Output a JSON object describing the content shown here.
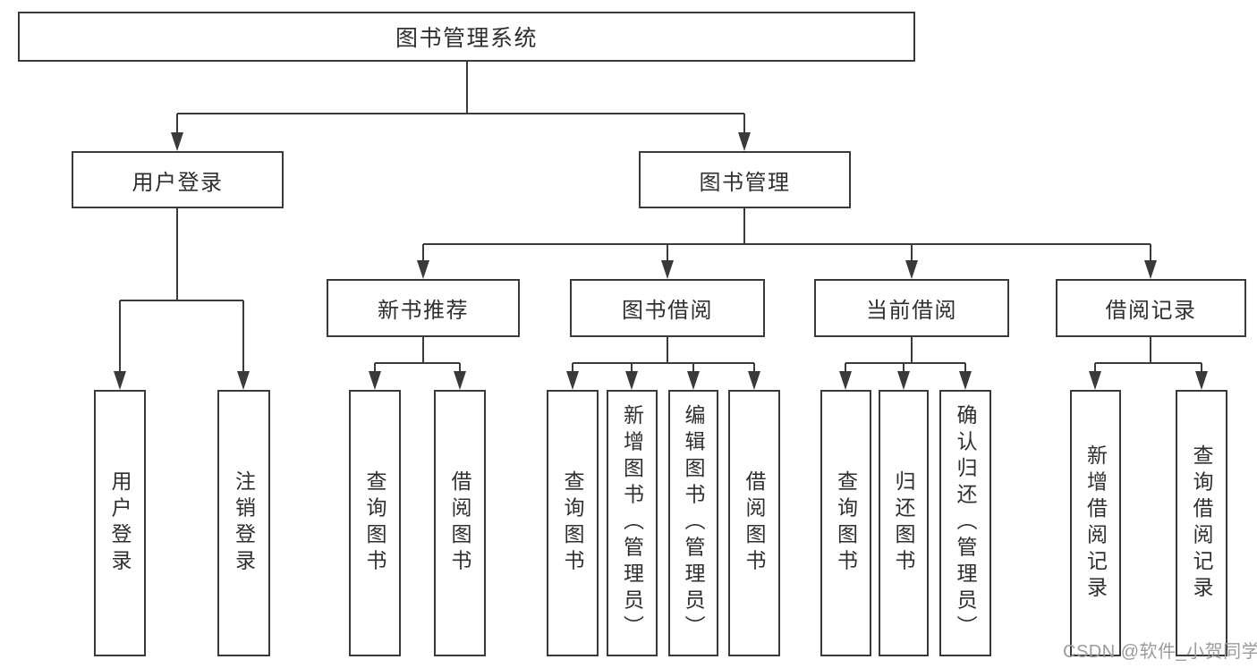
{
  "diagram": {
    "root": {
      "label": "图书管理系统"
    },
    "branches": [
      {
        "label": "用户登录",
        "children": [
          {
            "label": "用户登录"
          },
          {
            "label": "注销登录"
          }
        ]
      },
      {
        "label": "图书管理",
        "children": [
          {
            "label": "新书推荐",
            "children": [
              {
                "label": "查询图书"
              },
              {
                "label": "借阅图书"
              }
            ]
          },
          {
            "label": "图书借阅",
            "children": [
              {
                "label": "查询图书"
              },
              {
                "label": "新增图书（管理员）"
              },
              {
                "label": "编辑图书（管理员）"
              },
              {
                "label": "借阅图书"
              }
            ]
          },
          {
            "label": "当前借阅",
            "children": [
              {
                "label": "查询图书"
              },
              {
                "label": "归还图书"
              },
              {
                "label": "确认归还（管理员）"
              }
            ]
          },
          {
            "label": "借阅记录",
            "children": [
              {
                "label": "新增借阅记录"
              },
              {
                "label": "查询借阅记录"
              }
            ]
          }
        ]
      }
    ]
  },
  "watermark": {
    "text": "CSDN @软件_小贺同学"
  },
  "colors": {
    "line": "#3a3a3a",
    "text": "#2f2f2f",
    "watermark_text": "#9b9b9f",
    "background": "#ffffff"
  }
}
